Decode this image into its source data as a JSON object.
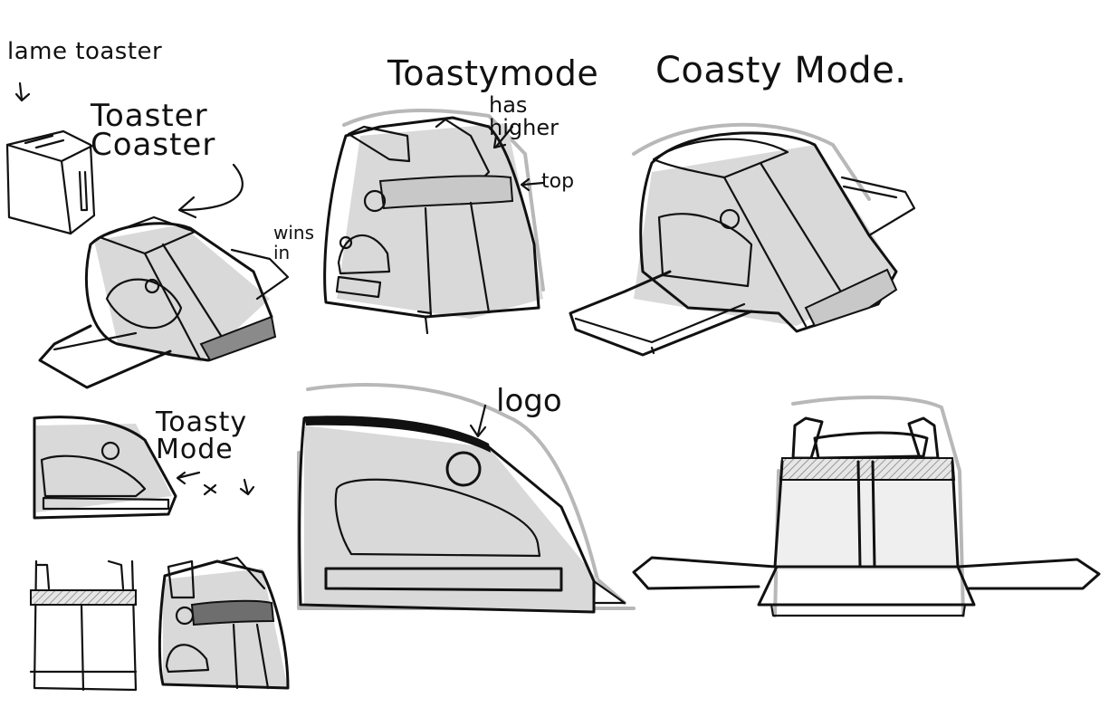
{
  "notes": {
    "lame_toaster": "lame toaster",
    "toaster_coaster": "Toaster Coaster",
    "toastymode_top": "Toastymode",
    "has_higher": "has higher",
    "top": "top",
    "wins_in": "wins in",
    "coasty_mode": "Coasty Mode.",
    "logo": "logo",
    "toasty_mode_small": "Toasty Mode"
  },
  "palette": {
    "ink": "#111111",
    "shade": "#d9d9d9",
    "ghost": "#b8b8b8",
    "accent_band": "#8a8a8a"
  }
}
